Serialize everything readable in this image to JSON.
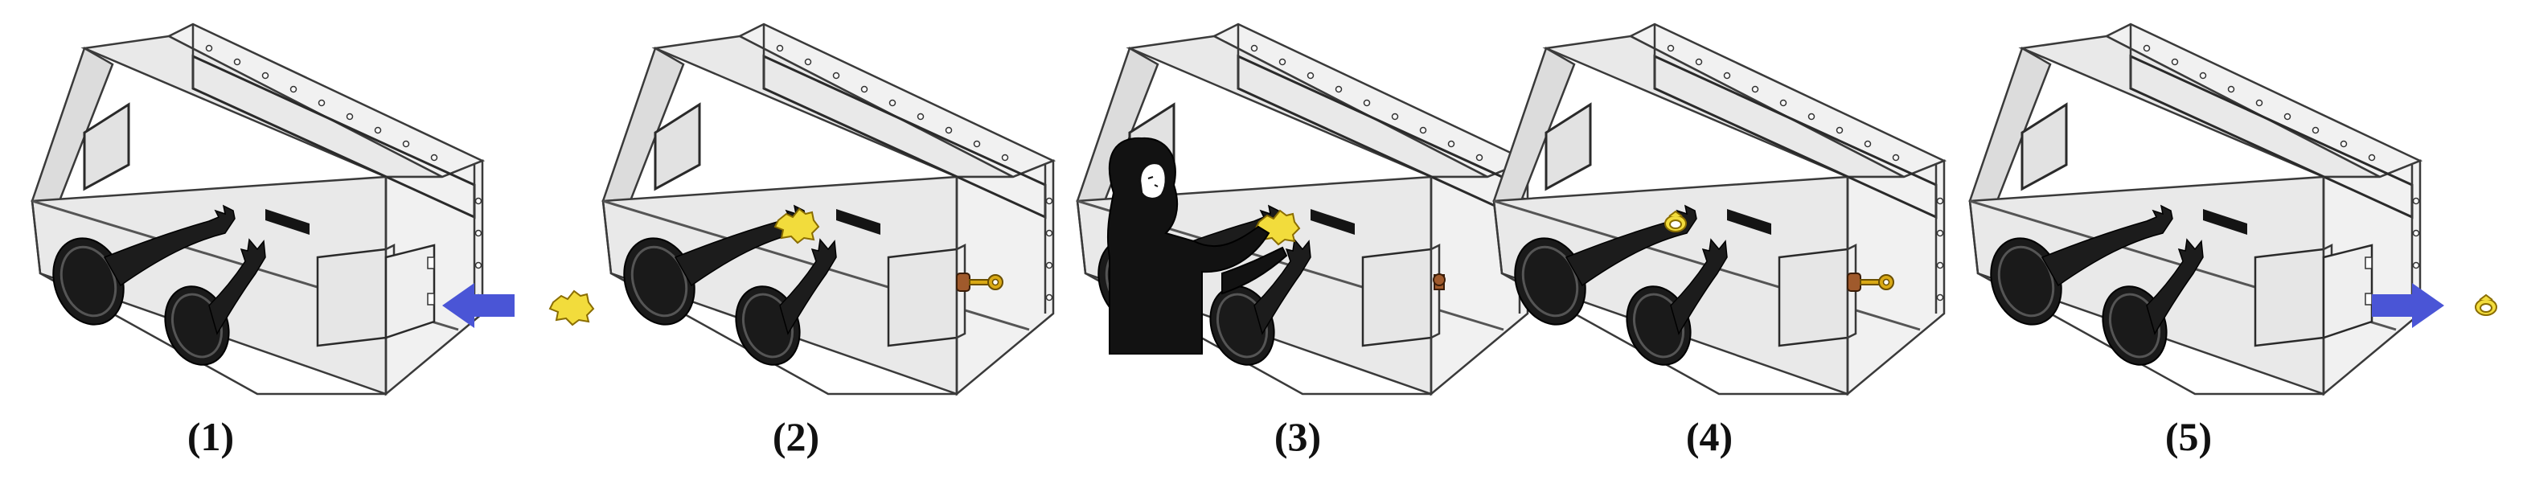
{
  "figure": {
    "steps": [
      {
        "label": "(1)",
        "chamber_open": true,
        "key_inserted": false,
        "person": false,
        "inside_object": "none",
        "transfer": "in"
      },
      {
        "label": "(2)",
        "chamber_open": false,
        "key_inserted": true,
        "person": false,
        "inside_object": "nugget",
        "transfer": "none"
      },
      {
        "label": "(3)",
        "chamber_open": false,
        "key_inserted": false,
        "person": true,
        "inside_object": "nugget",
        "transfer": "none"
      },
      {
        "label": "(4)",
        "chamber_open": false,
        "key_inserted": true,
        "person": false,
        "inside_object": "ring",
        "transfer": "none"
      },
      {
        "label": "(5)",
        "chamber_open": true,
        "key_inserted": false,
        "person": false,
        "inside_object": "none",
        "transfer": "out"
      }
    ],
    "colors": {
      "arrow": "#4a55d6",
      "gold": "#f2dc3c",
      "key": "#d9a915",
      "handle": "#a05a2c",
      "glove": "#1c1c1c"
    },
    "icons": {
      "arrow_in": "arrow-left-icon",
      "arrow_out": "arrow-right-icon",
      "nugget": "gold-nugget-icon",
      "ring": "gold-ring-icon",
      "key": "key-icon"
    }
  }
}
